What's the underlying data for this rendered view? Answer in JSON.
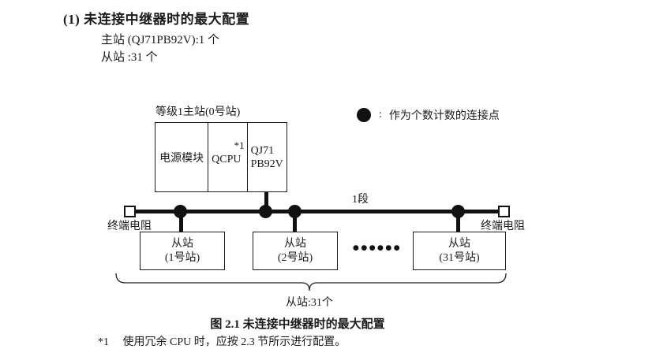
{
  "page": {
    "title": "(1) 未连接中继器时的最大配置",
    "master_line": "主站 (QJ71PB92V):1 个",
    "slave_line": "从站 :31 个"
  },
  "legend": {
    "separator": ":",
    "text": "作为个数计数的连接点"
  },
  "diagram": {
    "master": {
      "label": "等级1主站(0号站)",
      "cell_power": "电源模块",
      "cell_cpu": "QCPU",
      "cell_cpu_note": "*1",
      "cell_pb_line1": "QJ71",
      "cell_pb_line2": "PB92V"
    },
    "bus": {
      "segment_label": "1段",
      "terminator_left": "终端电阻",
      "terminator_right": "终端电阻"
    },
    "slaves": [
      {
        "line1": "从站",
        "line2": "(1号站)"
      },
      {
        "line1": "从站",
        "line2": "(2号站)"
      },
      {
        "line1": "从站",
        "line2": "(31号站)"
      }
    ],
    "ellipsis": "●●●●●●",
    "brace_label": "从站:31个"
  },
  "caption": "图 2.1 未连接中继器时的最大配置",
  "footnote": {
    "marker": "*1",
    "text": "使用冗余 CPU 时，应按 2.3 节所示进行配置。"
  }
}
